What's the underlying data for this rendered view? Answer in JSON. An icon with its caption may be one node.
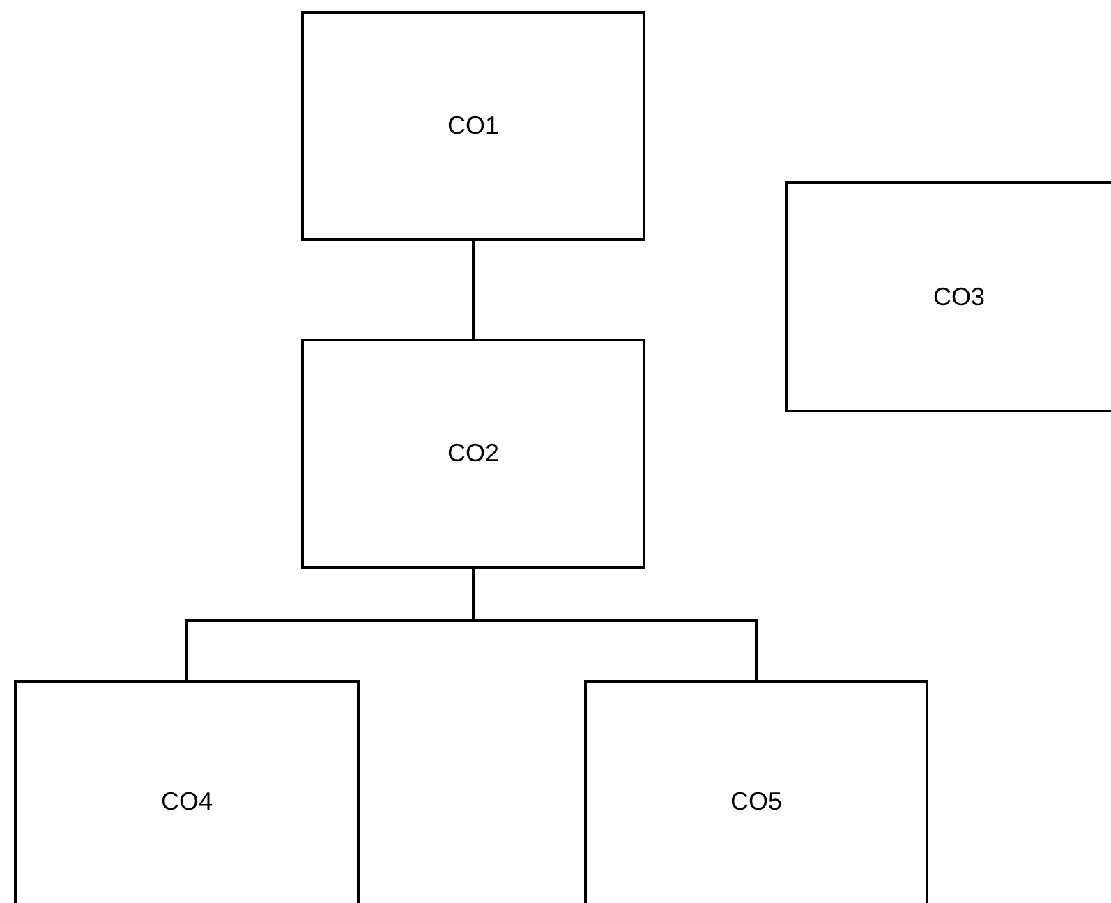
{
  "diagram": {
    "nodes": [
      {
        "text": [
          "CO1"
        ]
      },
      {
        "text": [
          "CO2"
        ]
      },
      {
        "text": [
          "CO3"
        ]
      },
      {
        "text": [
          "CO4"
        ]
      },
      {
        "text": [
          "CO5"
        ]
      }
    ],
    "edges": [
      {
        "from": 0,
        "to": 1,
        "arrow": "none"
      },
      {
        "from": 1,
        "to": 3,
        "arrow": "none"
      },
      {
        "from": 1,
        "to": 4,
        "arrow": "none"
      }
    ]
  }
}
